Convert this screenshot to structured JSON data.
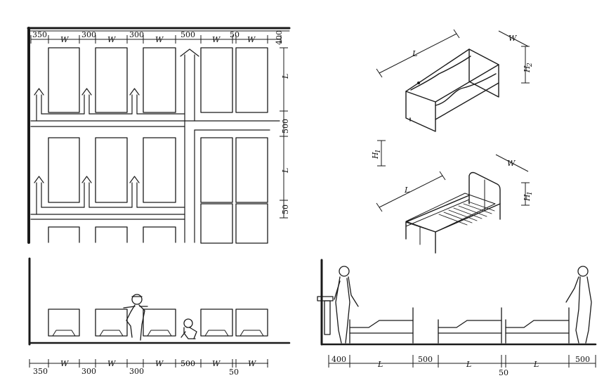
{
  "plan": {
    "top_dims": [
      "350",
      "W",
      "300",
      "W",
      "300",
      "W",
      "500",
      "W",
      "50",
      "W",
      "400"
    ],
    "right_dims": [
      "L",
      "500",
      "L",
      "50"
    ]
  },
  "elevation_left": {
    "bottom_dims": [
      "350",
      "W",
      "300",
      "W",
      "300",
      "W",
      "500",
      "W",
      "50",
      "W"
    ]
  },
  "crib_iso": {
    "L": "L",
    "W": "W",
    "H": "H",
    "H_sub": "2"
  },
  "bed_iso": {
    "L": "L",
    "W": "W",
    "H": "H",
    "H_sub": "1",
    "H_left": "H",
    "H_left_sub": "1"
  },
  "elevation_right": {
    "bottom_dims": [
      "400",
      "L",
      "500",
      "L",
      "50",
      "L",
      "500"
    ]
  }
}
